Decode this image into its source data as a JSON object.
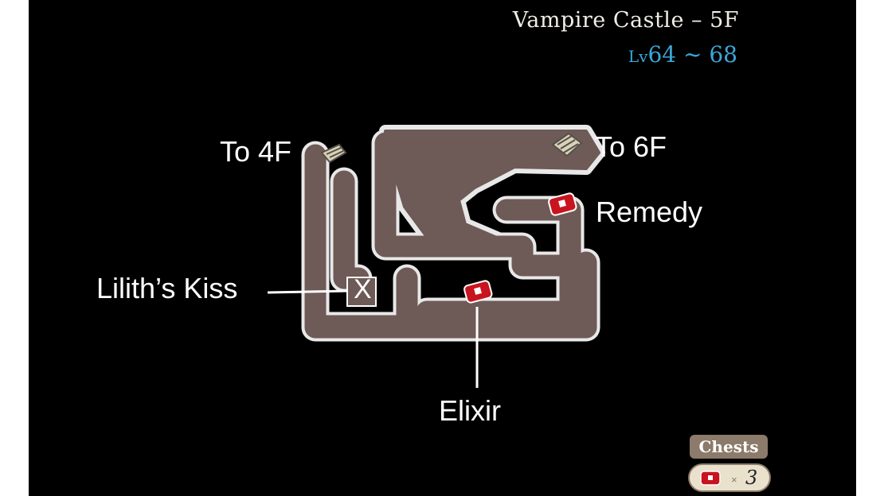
{
  "header": {
    "location": "Vampire Castle – 5F",
    "level_prefix": "Lv",
    "level_range": "64 ~ 68"
  },
  "map": {
    "labels": {
      "to_4f": "To 4F",
      "to_6f": "To 6F",
      "remedy": "Remedy",
      "liliths_kiss": "Lilith’s Kiss",
      "elixir": "Elixir",
      "marker_x": "X"
    }
  },
  "chests": {
    "header": "Chests",
    "multiplier": "×",
    "count": "3"
  },
  "colors": {
    "background": "#000000",
    "floor": "#6e5a56",
    "wall_outline": "#e8e8e8",
    "title_text": "#f0ede6",
    "level_text": "#3ba7d8",
    "chest_red": "#c8141e",
    "panel_brown": "#8c7a6a",
    "panel_cream": "#e9e1cc"
  },
  "icons": {
    "stairs": "stairs-icon",
    "chest": "treasure-chest-icon"
  }
}
